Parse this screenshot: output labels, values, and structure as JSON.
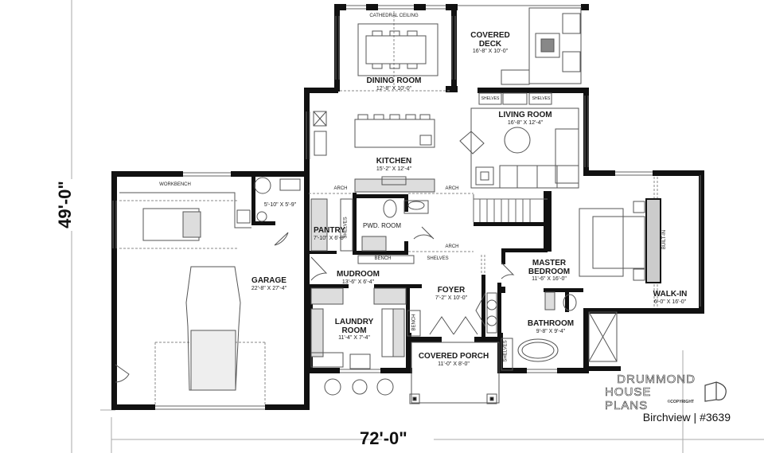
{
  "plan": {
    "name": "Birchview",
    "number": "#3639",
    "title_line": "Birchview | #3639",
    "brand_line1": "DRUMMOND",
    "brand_line2": "HOUSE PLANS",
    "copyright": "©COPYRIGHT",
    "overall_width": "72'-0\"",
    "overall_depth": "49'-0\""
  },
  "rooms": [
    {
      "id": "dining",
      "name": "DINING ROOM",
      "size": "12'-8\" X 10'-0\"",
      "note": "CATHEDRAL CEILING"
    },
    {
      "id": "deck",
      "name": "COVERED DECK",
      "name_l1": "COVERED",
      "name_l2": "DECK",
      "size": "16'-8\" X 10'-0\""
    },
    {
      "id": "living",
      "name": "LIVING ROOM",
      "size": "16'-8\" X 12'-4\""
    },
    {
      "id": "kitchen",
      "name": "KITCHEN",
      "size": "15'-2\" X 12'-4\""
    },
    {
      "id": "pantry",
      "name": "PANTRY",
      "size": "7'-10\" X 6'-8\""
    },
    {
      "id": "powder",
      "name": "PWD. ROOM",
      "size": ""
    },
    {
      "id": "mudroom",
      "name": "MUDROOM",
      "size": "13'-6\" X 6'-4\""
    },
    {
      "id": "laundry",
      "name": "LAUNDRY ROOM",
      "name_l1": "LAUNDRY",
      "name_l2": "ROOM",
      "size": "11'-4\" X 7'-4\""
    },
    {
      "id": "foyer",
      "name": "FOYER",
      "size": "7'-2\" X 10'-0\""
    },
    {
      "id": "porch",
      "name": "COVERED PORCH",
      "size": "11'-0\" X 8'-0\""
    },
    {
      "id": "garage",
      "name": "GARAGE",
      "size": "22'-8\" X 27'-4\""
    },
    {
      "id": "garage_bath",
      "name": "",
      "size": "5'-10\" X 5'-9\""
    },
    {
      "id": "master",
      "name": "MASTER BEDROOM",
      "name_l1": "MASTER",
      "name_l2": "BEDROOM",
      "size": "11'-6\" X 16'-0\""
    },
    {
      "id": "bath",
      "name": "BATHROOM",
      "size": "9'-8\" X 9'-4\""
    },
    {
      "id": "walkin",
      "name": "WALK-IN",
      "size": "6'-0\" X 16'-0\""
    }
  ],
  "annotations": {
    "workbench": "WORKBENCH",
    "arch": "ARCH",
    "shelves": "SHELVES",
    "bench": "BENCH",
    "built_in": "BUILT-IN"
  },
  "colors": {
    "wall": "#111111",
    "line": "#555555",
    "fill_gray": "#cfcfcf",
    "background": "#ffffff"
  }
}
